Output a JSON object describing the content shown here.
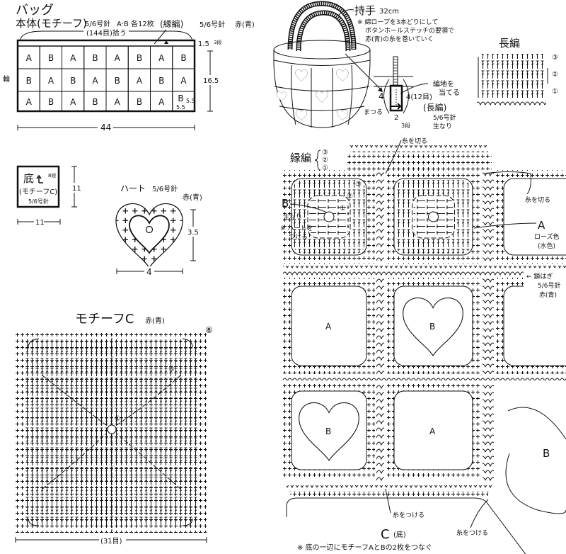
{
  "bag": {
    "title": "バッグ",
    "body_label": "本体(モチーフ)",
    "body_needle": "5/6号針",
    "body_count": "A·B 各12枚",
    "pickup": "(144目)拾う",
    "edging_label": "(縁編)",
    "edging_needle": "5/6号針",
    "edging_color": "赤(青)",
    "grid": [
      [
        "A",
        "B",
        "A",
        "B",
        "A",
        "B",
        "A",
        "B"
      ],
      [
        "B",
        "A",
        "B",
        "A",
        "B",
        "A",
        "B",
        "A"
      ],
      [
        "A",
        "B",
        "A",
        "B",
        "A",
        "B",
        "A",
        "B"
      ]
    ],
    "corner_dims": [
      "5.5",
      "5.5"
    ],
    "ring_label": "輪",
    "dim_edge": "1.5",
    "dim_edge_rows": "3段",
    "dim_height": "16.5",
    "dim_width": "44"
  },
  "base": {
    "title": "底",
    "rows": "8段",
    "motif": "(モチーフC)",
    "needle": "5/6号針",
    "dim_h": "11",
    "dim_w": "11"
  },
  "heart": {
    "title": "ハート",
    "needle": "5/6号針",
    "color": "赤(青)",
    "dim_h": "3.5",
    "dim_w": "4"
  },
  "motif_c": {
    "title": "モチーフC",
    "color": "赤(青)",
    "round_8": "⑧",
    "round_5": "⑤",
    "round_1": "①",
    "count": "(31目)"
  },
  "handle": {
    "title": "持手",
    "length": "32cm",
    "note": [
      "※ 綿ロープを3本どりにして",
      "ボタンホールステッチの要領で",
      "赤(青)の糸を巻いていく"
    ],
    "dim_left": "4",
    "dim_right": "4(12目)",
    "attach": [
      "編地を",
      "当てる"
    ],
    "stitch": "(長編)",
    "needle": "5/6号針",
    "yarn": "生なり",
    "sew": "まつる",
    "dim_bottom": "2",
    "rows": "3段"
  },
  "dc_chart": {
    "title": "長編",
    "rows": [
      "③",
      "②",
      "①"
    ]
  },
  "assembly": {
    "edging_label": "縁編",
    "edging_rows": [
      "③",
      "②",
      "①"
    ],
    "cut_yarn_1": "糸を切る",
    "cut_yarn_2": "糸を切る",
    "b_label": "B",
    "b_color": "生なり",
    "b_note": [
      "※ ハートを",
      "つける"
    ],
    "rounds": [
      "③",
      "②",
      "①"
    ],
    "a_label": "A",
    "a_color": "ローズ色",
    "a_alt_color": "(水色)",
    "join_label": "← 鎖はぎ",
    "join_needle": "5/6号針",
    "join_color": "赤(青)",
    "cells": [
      "A",
      "B",
      "B",
      "A",
      "B"
    ],
    "attach_yarn_1": "糸をつける",
    "attach_yarn_2": "糸をつける",
    "base_label": "C",
    "base_sub": "(底)",
    "footnote": "※ 底の一辺にモチーフAとBの2枚をつなぐ"
  }
}
